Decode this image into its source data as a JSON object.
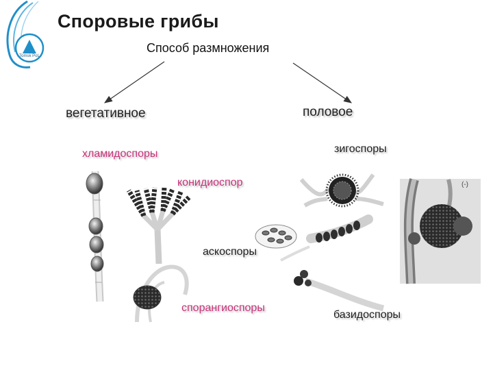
{
  "title": "Споровые грибы",
  "subtitle": "Способ размножения",
  "logo": {
    "text": "Tomsk PoL",
    "icon": "university-logo-icon"
  },
  "branches": {
    "vegetative": "вегетативное",
    "sexual": "половое"
  },
  "labels": {
    "chlamydospores": "хламидоспоры",
    "conidiospores": "конидиоспор",
    "zygospores": "зигоспоры",
    "ascospores": "аскоспоры",
    "sporangiospores": "спорангиоспоры",
    "basidiospores": "базидоспоры"
  },
  "photo_mark": "(-)",
  "colors": {
    "accent_pink": "#c8327a",
    "logo_blue": "#1f8fc9",
    "arrow": "#333333"
  }
}
